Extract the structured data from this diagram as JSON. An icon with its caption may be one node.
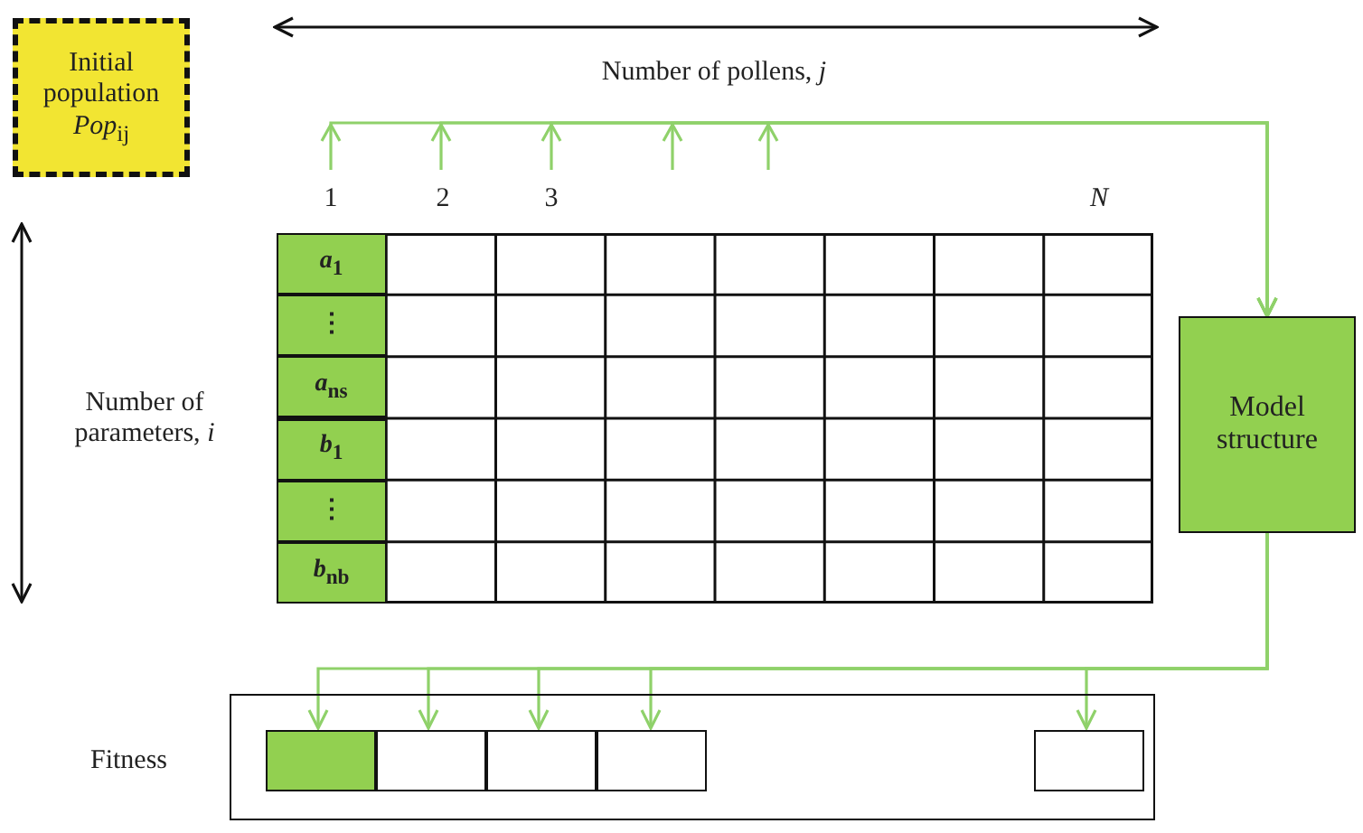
{
  "diagram": {
    "nodes": [
      {
        "text": [
          "Initial population *Pop*$_{ij}$"
        ]
      },
      {
        "text": [],
        "shape": "box"
      },
      {
        "text": [
          "*a*$_{1}$"
        ],
        "in": 1
      },
      {
        "text": [
          "⋮"
        ],
        "in": 1
      },
      {
        "text": [
          "*a*$_{ns}$"
        ],
        "in": 1
      },
      {
        "text": [
          "*b*$_{1}$"
        ],
        "in": 1
      },
      {
        "text": [
          "⋮"
        ],
        "in": 1
      },
      {
        "text": [
          "*b*$_{nb}$"
        ],
        "in": 1
      },
      {
        "text": [
          "Model structure"
        ]
      },
      {
        "text": [
          "Fitness"
        ]
      },
      {
        "text": [],
        "shape": "box",
        "in": 9
      },
      {
        "text": [],
        "shape": "box",
        "in": 9
      },
      {
        "text": [],
        "shape": "box",
        "in": 9
      },
      {
        "text": [],
        "shape": "box",
        "in": 9
      },
      {
        "text": [],
        "shape": "box",
        "in": 9
      }
    ],
    "edges": [
      {
        "from": null,
        "to": 8,
        "arrow": "to"
      },
      {
        "from": null,
        "to": 8,
        "arrow": "to"
      },
      {
        "from": null,
        "to": 8,
        "arrow": "to"
      },
      {
        "from": null,
        "to": 8,
        "arrow": "to"
      },
      {
        "from": null,
        "to": 8,
        "arrow": "to"
      },
      {
        "from": 8,
        "to": 10,
        "arrow": "to"
      },
      {
        "from": 8,
        "to": 11,
        "arrow": "to"
      },
      {
        "from": 8,
        "to": 12,
        "arrow": "to"
      },
      {
        "from": 8,
        "to": 13,
        "arrow": "to"
      },
      {
        "from": 8,
        "to": 14,
        "arrow": "to"
      }
    ],
    "labels": [
      "Number of pollens, *j*",
      "1",
      "2",
      "3",
      "*N*",
      "Number of parameters, *i*"
    ]
  }
}
